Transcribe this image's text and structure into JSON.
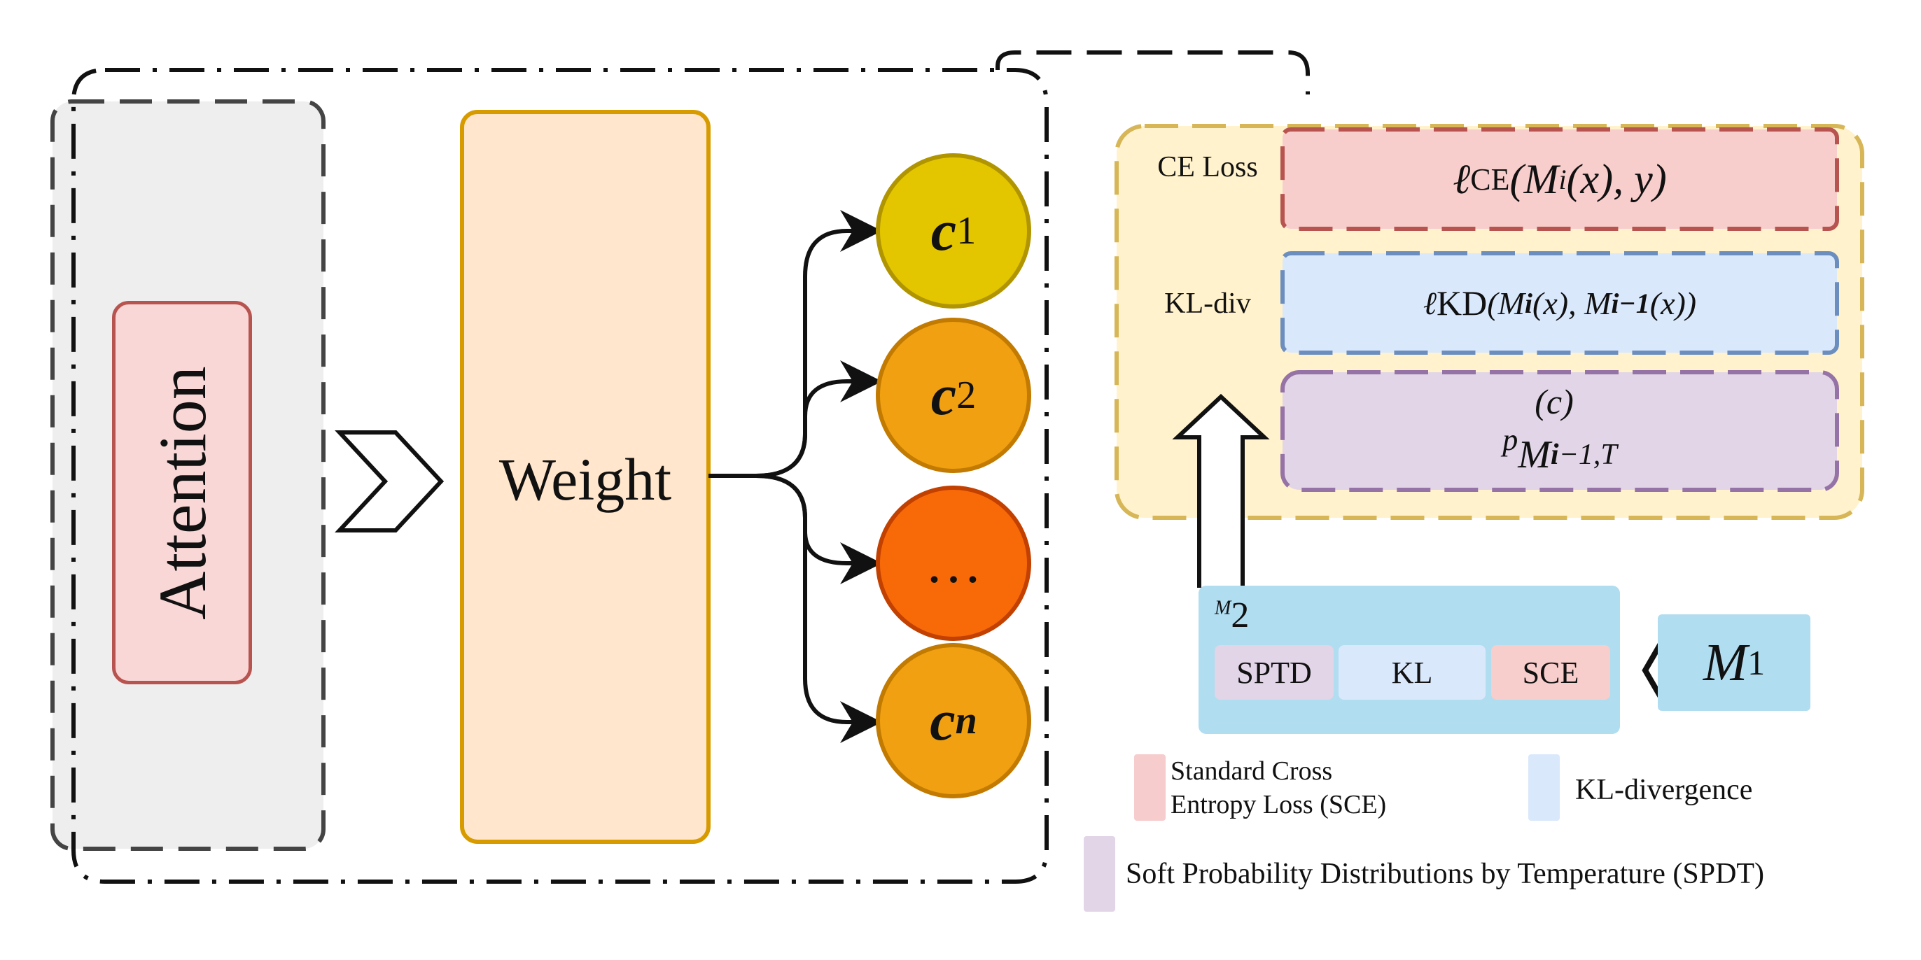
{
  "left_panel": {
    "attention_label": "Attention",
    "weight_label": "Weight",
    "outputs": [
      {
        "base": "c",
        "sub": "1",
        "color": "#e3c500"
      },
      {
        "base": "c",
        "sub": "2",
        "color": "#f0a010"
      },
      {
        "base": "…",
        "sub": "",
        "color": "#f86a08"
      },
      {
        "base": "c",
        "sub": "n",
        "color": "#f0a010"
      }
    ]
  },
  "loss_panel": {
    "rows": [
      {
        "name": "CE Loss",
        "formula": "ℓ",
        "formula_sub": "CE",
        "formula_tail": "(M",
        "formula_tail_sub": "i",
        "formula_end": "(x), y)"
      },
      {
        "name": "KL-div",
        "formula": "ℓ",
        "formula_sub": "KD",
        "formula_tail": "(M",
        "formula_tail_sub": "i",
        "formula_mid": "(x), M",
        "formula_mid_sub": "i−1",
        "formula_end": "(x))"
      },
      {
        "name": "",
        "formula_top": "(c)",
        "formula_pre": "p",
        "formula_main": "M",
        "formula_main_sub": "i",
        "formula_end": "−1,T"
      }
    ]
  },
  "model_block": {
    "title_sup": "M",
    "title_num": "2",
    "cells": [
      "SPTD",
      "KL",
      "SCE"
    ],
    "m1_base": "M",
    "m1_sub": "1"
  },
  "legend": {
    "items": [
      {
        "text": "Standard Cross\nEntropy Loss (SCE)",
        "color": "#f6cccc"
      },
      {
        "text": "KL-divergence",
        "color": "#dae8fc"
      },
      {
        "text": "Soft Probability Distributions by Temperature (SPDT)",
        "color": "#e1d5e7"
      }
    ]
  }
}
